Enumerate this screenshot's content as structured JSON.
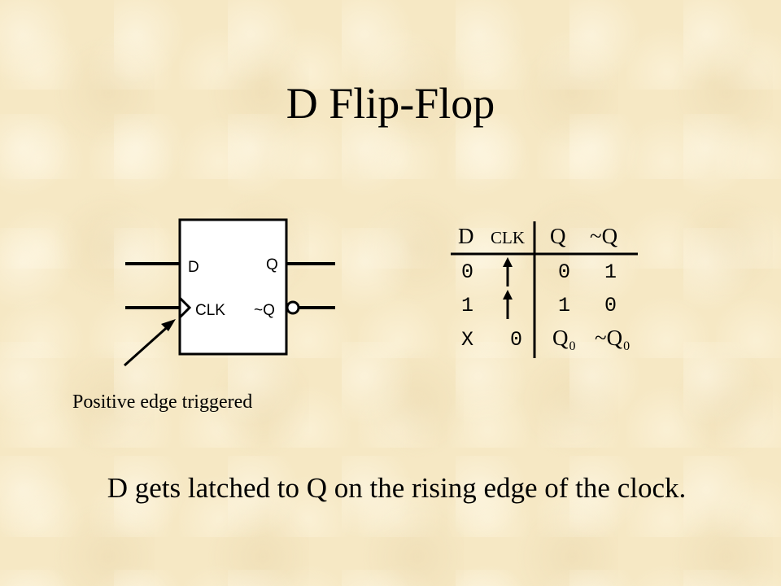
{
  "slide": {
    "title": "D Flip-Flop",
    "caption": "Positive edge triggered",
    "footer": "D gets latched to Q on the rising edge of the clock."
  },
  "flipflop": {
    "pin_d": "D",
    "pin_q": "Q",
    "pin_clk": "CLK",
    "pin_qbar": "~Q"
  },
  "truth_table": {
    "headers": {
      "d": "D",
      "clk": "CLK",
      "q": "Q",
      "qbar": "~Q"
    },
    "rows": [
      {
        "d": "0",
        "clk": "rising-edge-icon",
        "q": "0",
        "qbar": "1"
      },
      {
        "d": "1",
        "clk": "rising-edge-icon",
        "q": "1",
        "qbar": "0"
      },
      {
        "d": "X",
        "clk": "0",
        "q": "Q",
        "q_sub": "0",
        "qbar": "~Q",
        "qbar_sub": "0"
      }
    ]
  }
}
